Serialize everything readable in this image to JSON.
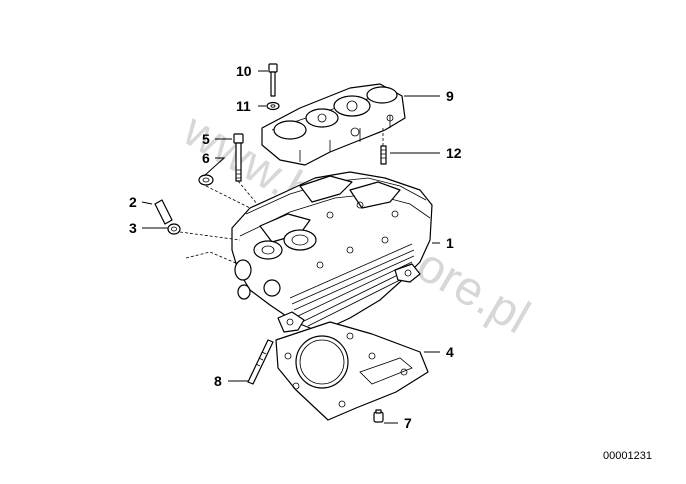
{
  "callouts": {
    "c1": "1",
    "c2": "2",
    "c3": "3",
    "c4": "4",
    "c5": "5",
    "c6": "6",
    "c7": "7",
    "c8": "8",
    "c9": "9",
    "c10": "10",
    "c11": "11",
    "c12": "12"
  },
  "watermark": "www.bmw-store.pl",
  "diagram_number": "00001231"
}
